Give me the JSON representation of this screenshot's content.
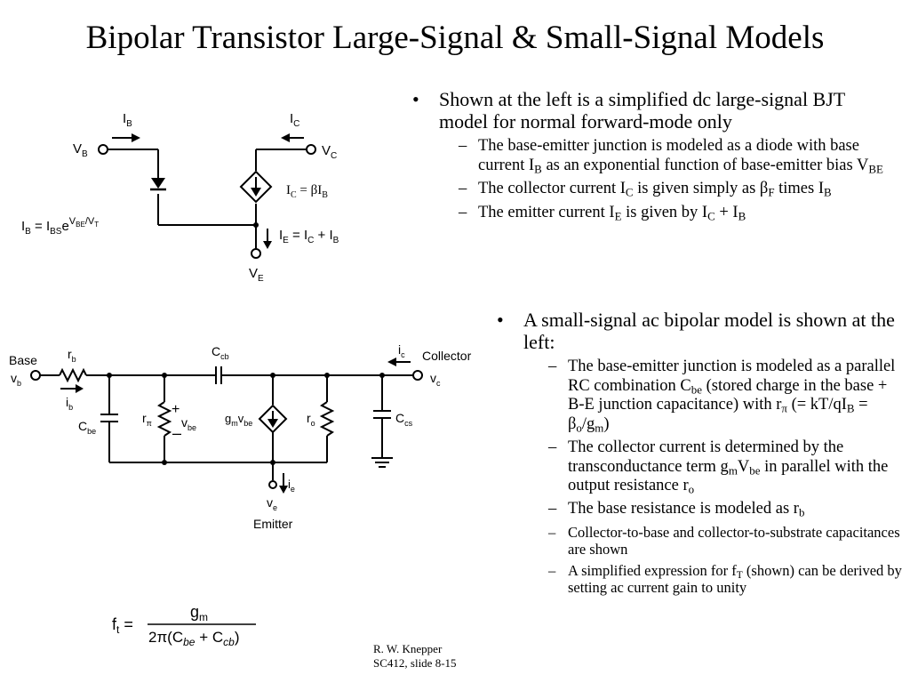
{
  "title": "Bipolar Transistor Large-Signal & Small-Signal Models",
  "bullets": [
    {
      "text": "Shown at the left is a simplified dc large-signal BJT model for normal forward-mode only",
      "subs": [
        {
          "html": "The base-emitter junction is modeled as a diode with base current I<sub>B</sub> as an exponential function of base-emitter bias V<sub>BE</sub>"
        },
        {
          "html": "The collector current I<sub>C</sub> is given simply as &beta;<sub>F</sub> times I<sub>B</sub>"
        },
        {
          "html": "The emitter current I<sub>E</sub> is given by I<sub>C</sub> + I<sub>B</sub>"
        }
      ]
    },
    {
      "text": "A small-signal ac bipolar model is shown at the left:",
      "subs": [
        {
          "html": "The base-emitter junction is modeled as a parallel RC combination C<sub>be</sub> (stored charge in the base + B-E junction capacitance) with r<sub>&pi;</sub> (= kT/qI<sub>B</sub> = &beta;<sub>o</sub>/g<sub>m</sub>)"
        },
        {
          "html": "The collector current is determined by the transconductance term g<sub>m</sub>V<sub>be</sub> in parallel with the output resistance r<sub>o</sub>"
        },
        {
          "html": "The base resistance is modeled as r<sub>b</sub>"
        },
        {
          "html": "Collector-to-base and collector-to-substrate capacitances are shown",
          "small": true
        },
        {
          "html": "A simplified expression for f<sub>T</sub> (shown) can be derived by setting ac current gain to unity",
          "small": true
        }
      ]
    }
  ],
  "footer": {
    "author": "R. W. Knepper",
    "slide": "SC412, slide 8-15"
  },
  "dc_model": {
    "IB": "I",
    "IB_sub": "B",
    "IC": "I",
    "IC_sub": "C",
    "VB": "V",
    "VB_sub": "B",
    "VC": "V",
    "VC_sub": "C",
    "VE": "V",
    "VE_sub": "E",
    "eq_ic": "I",
    "eq_ie": "I",
    "eq_ib": "I"
  },
  "ac_model": {
    "base": "Base",
    "collector": "Collector",
    "emitter": "Emitter"
  },
  "ft_formula": {
    "lhs": "f",
    "numerator": "g"
  }
}
